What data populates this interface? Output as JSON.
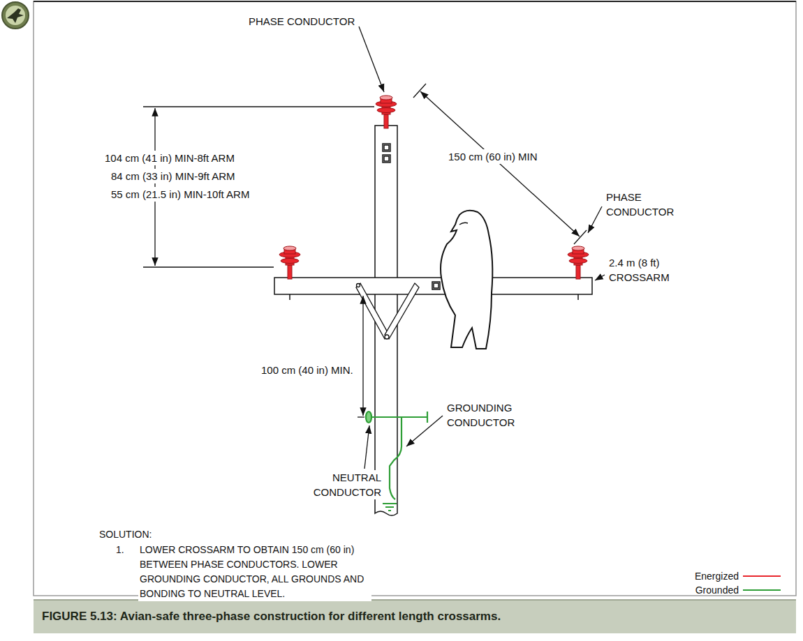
{
  "diagram": {
    "caption": "FIGURE 5.13: Avian-safe three-phase construction for different length crossarms.",
    "labels": [
      "PHASE CONDUCTOR",
      "104 cm (41 in) MIN-8ft ARM",
      "84 cm (33 in) MIN-9ft ARM",
      "55 cm (21.5 in) MIN-10ft ARM",
      "150 cm (60 in) MIN",
      "PHASE CONDUCTOR",
      "2.4 m (8 ft) CROSSARM",
      "100 cm (40 in) MIN.",
      "GROUNDING CONDUCTOR",
      "NEUTRAL CONDUCTOR",
      "SOLUTION:",
      "1.",
      "LOWER CROSSARM TO OBTAIN 150 cm (60 in) BETWEEN PHASE CONDUCTORS. LOWER GROUNDING CONDUCTOR, ALL GROUNDS AND BONDING TO NEUTRAL LEVEL."
    ],
    "legend": [
      {
        "text": "Energized"
      },
      {
        "text": "Grounded"
      }
    ]
  }
}
